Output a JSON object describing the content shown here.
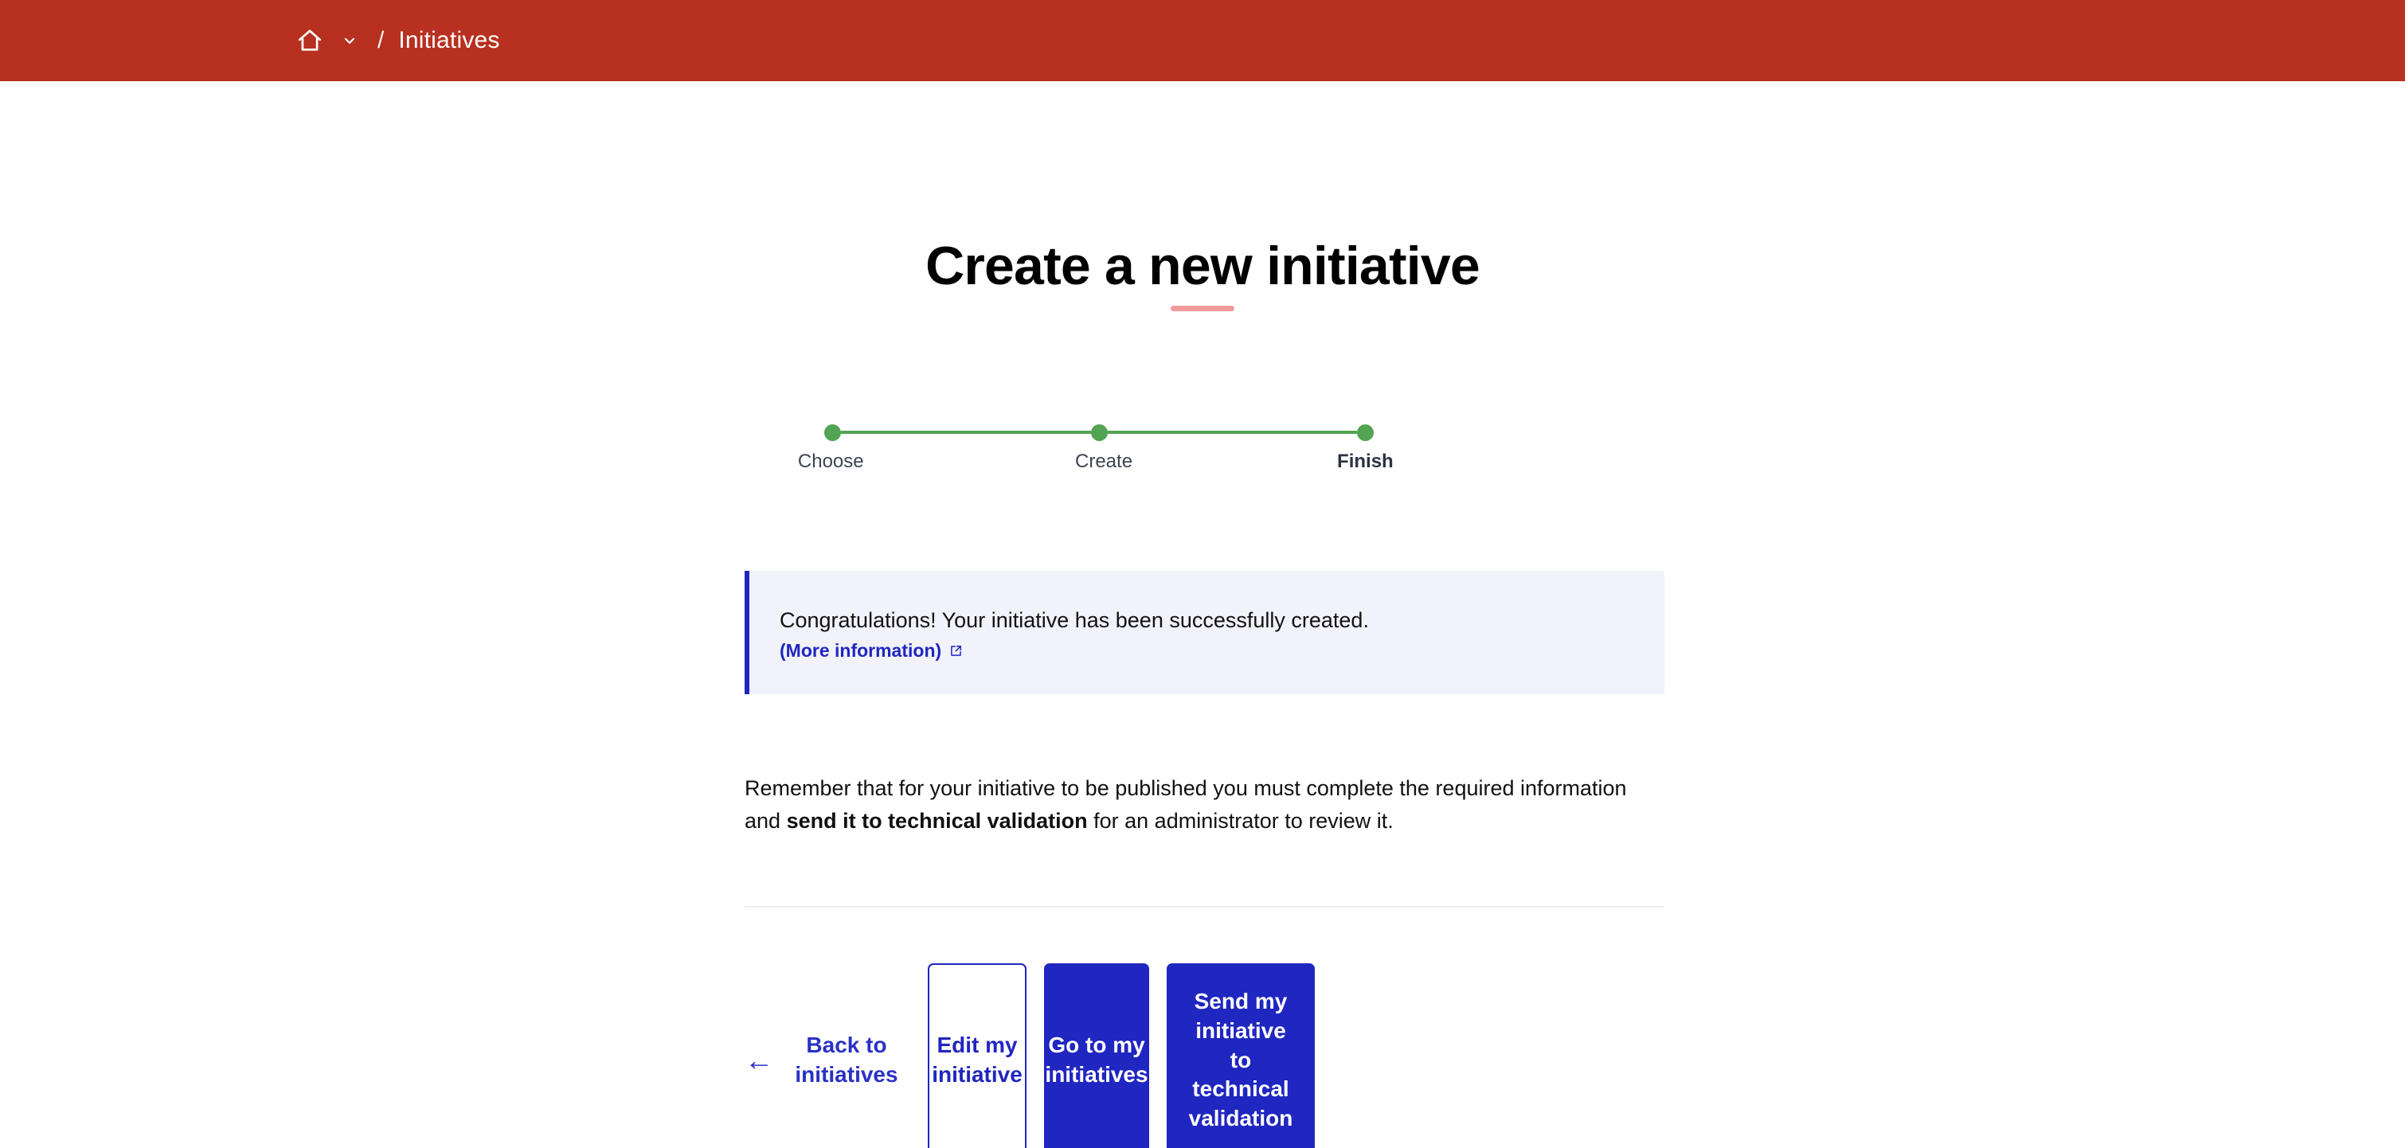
{
  "topbar": {
    "home_icon": "home-icon",
    "chevron_icon": "chevron-down-icon",
    "separator": "/",
    "current": "Initiatives",
    "background_color": "#b8301f"
  },
  "header": {
    "title": "Create a new initiative",
    "accent_color": "#f09a9a"
  },
  "stepper": {
    "color": "#52a352",
    "steps": [
      {
        "label": "Choose",
        "state": "complete"
      },
      {
        "label": "Create",
        "state": "complete"
      },
      {
        "label": "Finish",
        "state": "current"
      }
    ]
  },
  "callout": {
    "message": "Congratulations! Your initiative has been successfully created.",
    "link_label": "(More information)",
    "link_icon": "external-link-icon",
    "accent_color": "#2026c0",
    "background_color": "#f2f2fb"
  },
  "body": {
    "paragraph_lead": "Remember that for your initiative to be published you must complete the required information and ",
    "paragraph_bold": "send it to technical validation",
    "paragraph_tail": " for an administrator to review it."
  },
  "actions": {
    "back": {
      "label": "Back to initiatives",
      "icon": "arrow-left-icon"
    },
    "edit": {
      "label": "Edit my initiative"
    },
    "goto": {
      "label": "Go to my initiatives"
    },
    "send": {
      "label": "Send my initiative to technical validation"
    },
    "primary_color": "#2026c0"
  }
}
